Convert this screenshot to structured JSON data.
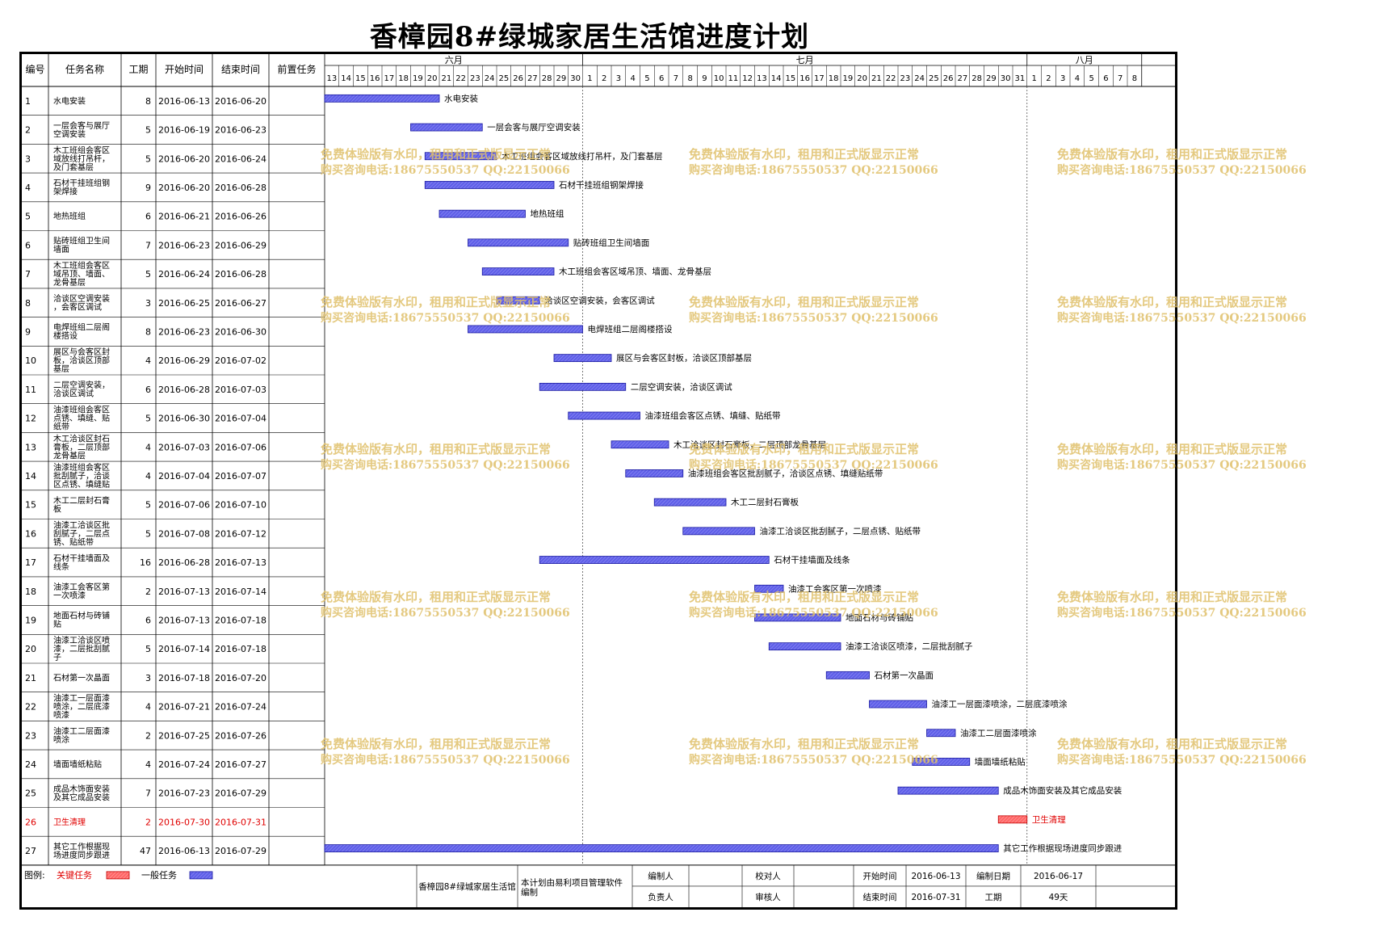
{
  "title": "香樟园8#绿城家居生活馆进度计划",
  "columns": {
    "id": "编号",
    "name": "任务名称",
    "duration": "工期",
    "start": "开始时间",
    "end": "结束时间",
    "predecessor": "前置任务"
  },
  "months": [
    "六月",
    "七月",
    "八月"
  ],
  "timeline": {
    "start": "2016-06-13",
    "end": "2016-08-08",
    "month_starts": [
      "2016-07-01",
      "2016-08-01"
    ],
    "day_labels": [
      "13",
      "14",
      "15",
      "16",
      "17",
      "18",
      "19",
      "20",
      "21",
      "22",
      "23",
      "24",
      "25",
      "26",
      "27",
      "28",
      "29",
      "30",
      "1",
      "2",
      "3",
      "4",
      "5",
      "6",
      "7",
      "8",
      "9",
      "10",
      "11",
      "12",
      "13",
      "14",
      "15",
      "16",
      "17",
      "18",
      "19",
      "20",
      "21",
      "22",
      "23",
      "24",
      "25",
      "26",
      "27",
      "28",
      "29",
      "30",
      "31",
      "1",
      "2",
      "3",
      "4",
      "5",
      "6",
      "7",
      "8"
    ]
  },
  "chart_data": {
    "type": "gantt",
    "tasks": [
      {
        "id": "1",
        "name": "水电安装",
        "bar_label": "水电安装",
        "duration": 8,
        "start": "2016-06-13",
        "end": "2016-06-20",
        "critical": false
      },
      {
        "id": "2",
        "name": "一层会客与展厅空调安装",
        "bar_label": "一层会客与展厅空调安装",
        "duration": 5,
        "start": "2016-06-19",
        "end": "2016-06-23",
        "critical": false
      },
      {
        "id": "3",
        "name": "木工班组会客区域放线打吊杆，及门套基层",
        "bar_label": "木工班组会客区域放线打吊杆，及门套基层",
        "duration": 5,
        "start": "2016-06-20",
        "end": "2016-06-24",
        "critical": false
      },
      {
        "id": "4",
        "name": "石材干挂班组钢架焊接",
        "bar_label": "石材干挂班组钢架焊接",
        "duration": 9,
        "start": "2016-06-20",
        "end": "2016-06-28",
        "critical": false
      },
      {
        "id": "5",
        "name": "地热班组",
        "bar_label": "地热班组",
        "duration": 6,
        "start": "2016-06-21",
        "end": "2016-06-26",
        "critical": false
      },
      {
        "id": "6",
        "name": "贴砖班组卫生间墙面",
        "bar_label": "贴砖班组卫生间墙面",
        "duration": 7,
        "start": "2016-06-23",
        "end": "2016-06-29",
        "critical": false
      },
      {
        "id": "7",
        "name": "木工班组会客区域吊顶、墙面、龙骨基层",
        "bar_label": "木工班组会客区域吊顶、墙面、龙骨基层",
        "duration": 5,
        "start": "2016-06-24",
        "end": "2016-06-28",
        "critical": false
      },
      {
        "id": "8",
        "name": "洽谈区空调安装，会客区调试",
        "bar_label": "洽谈区空调安装，会客区调试",
        "duration": 3,
        "start": "2016-06-25",
        "end": "2016-06-27",
        "critical": false
      },
      {
        "id": "9",
        "name": "电焊班组二层阁楼搭设",
        "bar_label": "电焊班组二层阁楼搭设",
        "duration": 8,
        "start": "2016-06-23",
        "end": "2016-06-30",
        "critical": false
      },
      {
        "id": "10",
        "name": "展区与会客区封板，洽谈区顶部基层",
        "bar_label": "展区与会客区封板，洽谈区顶部基层",
        "duration": 4,
        "start": "2016-06-29",
        "end": "2016-07-02",
        "critical": false
      },
      {
        "id": "11",
        "name": "二层空调安装，洽谈区调试",
        "bar_label": "二层空调安装，洽谈区调试",
        "duration": 6,
        "start": "2016-06-28",
        "end": "2016-07-03",
        "critical": false
      },
      {
        "id": "12",
        "name": "油漆班组会客区点锈、填缝、贴纸带",
        "bar_label": "油漆班组会客区点锈、填缝、贴纸带",
        "duration": 5,
        "start": "2016-06-30",
        "end": "2016-07-04",
        "critical": false
      },
      {
        "id": "13",
        "name": "木工洽谈区封石膏板，二层顶部龙骨基层",
        "bar_label": "木工洽谈区封石膏板，二层顶部龙骨基层",
        "duration": 4,
        "start": "2016-07-03",
        "end": "2016-07-06",
        "critical": false
      },
      {
        "id": "14",
        "name": "油漆班组会客区批刮腻子，洽谈区点锈、填缝贴纸带",
        "bar_label": "油漆班组会客区批刮腻子，洽谈区点锈、填缝贴纸带",
        "duration": 4,
        "start": "2016-07-04",
        "end": "2016-07-07",
        "critical": false
      },
      {
        "id": "15",
        "name": "木工二层封石膏板",
        "bar_label": "木工二层封石膏板",
        "duration": 5,
        "start": "2016-07-06",
        "end": "2016-07-10",
        "critical": false
      },
      {
        "id": "16",
        "name": "油漆工洽谈区批刮腻子，二层点锈、贴纸带",
        "bar_label": "油漆工洽谈区批刮腻子，二层点锈、贴纸带",
        "duration": 5,
        "start": "2016-07-08",
        "end": "2016-07-12",
        "critical": false
      },
      {
        "id": "17",
        "name": "石材干挂墙面及线条",
        "bar_label": "石材干挂墙面及线条",
        "duration": 16,
        "start": "2016-06-28",
        "end": "2016-07-13",
        "critical": false
      },
      {
        "id": "18",
        "name": "油漆工会客区第一次喷漆",
        "bar_label": "油漆工会客区第一次喷漆",
        "duration": 2,
        "start": "2016-07-13",
        "end": "2016-07-14",
        "critical": false
      },
      {
        "id": "19",
        "name": "地面石材与砖铺贴",
        "bar_label": "地面石材与砖铺贴",
        "duration": 6,
        "start": "2016-07-13",
        "end": "2016-07-18",
        "critical": false
      },
      {
        "id": "20",
        "name": "油漆工洽谈区喷漆，二层批刮腻子",
        "bar_label": "油漆工洽谈区喷漆，二层批刮腻子",
        "duration": 5,
        "start": "2016-07-14",
        "end": "2016-07-18",
        "critical": false
      },
      {
        "id": "21",
        "name": "石材第一次晶面",
        "bar_label": "石材第一次晶面",
        "duration": 3,
        "start": "2016-07-18",
        "end": "2016-07-20",
        "critical": false
      },
      {
        "id": "22",
        "name": "油漆工一层面漆喷涂，二层底漆喷漆",
        "bar_label": "油漆工一层面漆喷涂，二层底漆喷涂",
        "duration": 4,
        "start": "2016-07-21",
        "end": "2016-07-24",
        "critical": false
      },
      {
        "id": "23",
        "name": "油漆工二层面漆喷涂",
        "bar_label": "油漆工二层面漆喷涂",
        "duration": 2,
        "start": "2016-07-25",
        "end": "2016-07-26",
        "critical": false
      },
      {
        "id": "24",
        "name": "墙面墙纸粘贴",
        "bar_label": "墙面墙纸粘贴",
        "duration": 4,
        "start": "2016-07-24",
        "end": "2016-07-27",
        "critical": false
      },
      {
        "id": "25",
        "name": "成品木饰面安装及其它成品安装",
        "bar_label": "成品木饰面安装及其它成品安装",
        "duration": 7,
        "start": "2016-07-23",
        "end": "2016-07-29",
        "critical": false
      },
      {
        "id": "26",
        "name": "卫生清理",
        "bar_label": "卫生清理",
        "duration": 2,
        "start": "2016-07-30",
        "end": "2016-07-31",
        "critical": true
      },
      {
        "id": "27",
        "name": "其它工作根据现场进度同步跟进",
        "bar_label": "其它工作根据现场进度同步跟进",
        "duration": 47,
        "start": "2016-06-13",
        "end": "2016-07-29",
        "critical": false
      }
    ]
  },
  "legend": {
    "label": "图例:",
    "critical": "关键任务",
    "normal": "一般任务"
  },
  "footer": {
    "project": "香樟园8#绿城家居生活馆",
    "software": "本计划由易利项目管理软件编制",
    "compiler_label": "编制人",
    "manager_label": "负责人",
    "checker_label": "校对人",
    "auditor_label": "审核人",
    "start_label": "开始时间",
    "start_value": "2016-06-13",
    "end_label": "结束时间",
    "end_value": "2016-07-31",
    "date_label": "编制日期",
    "date_value": "2016-06-17",
    "period_label": "工期",
    "period_value": "49天"
  },
  "watermark": {
    "line1": "免费体验版有水印，租用和正式版显示正常",
    "line2": "购买咨询电话:18675550537 QQ:22150066"
  },
  "colors": {
    "normal_bar": "#5f5fe8",
    "critical_bar": "#ff6666",
    "critical_text": "#e00000",
    "watermark": "#e0c06a"
  }
}
